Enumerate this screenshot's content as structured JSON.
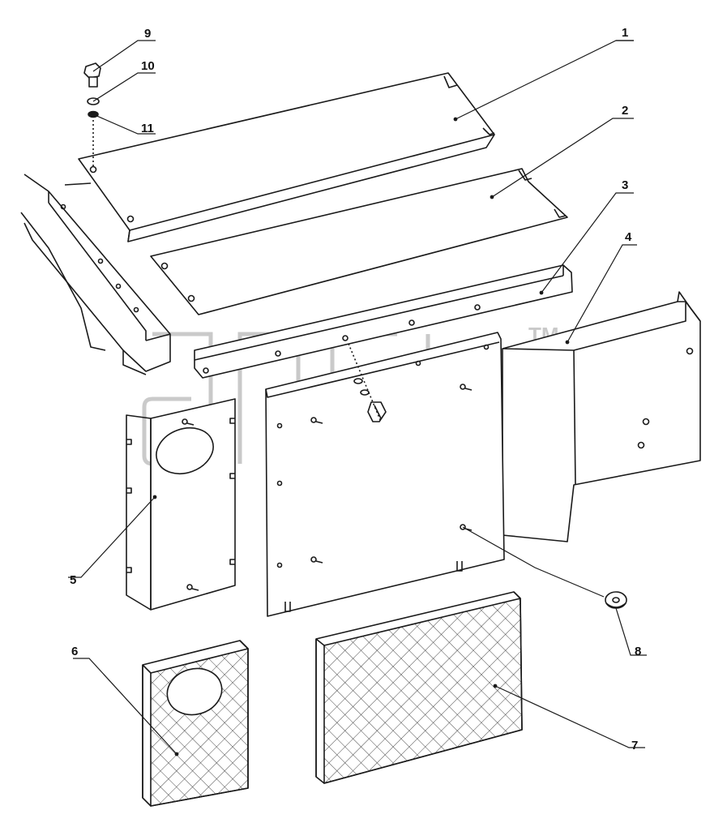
{
  "diagram": {
    "type": "exploded parts assembly drawing",
    "line_color": "#1a1a1a",
    "background": "#ffffff",
    "watermark": {
      "text": "alfa",
      "mark": "TM",
      "color": "#bdbdbd"
    },
    "callouts": [
      {
        "id": "callout-1",
        "label": "1"
      },
      {
        "id": "callout-2",
        "label": "2"
      },
      {
        "id": "callout-3",
        "label": "3"
      },
      {
        "id": "callout-4",
        "label": "4"
      },
      {
        "id": "callout-5",
        "label": "5"
      },
      {
        "id": "callout-6",
        "label": "6"
      },
      {
        "id": "callout-7",
        "label": "7"
      },
      {
        "id": "callout-8",
        "label": "8"
      },
      {
        "id": "callout-9",
        "label": "9"
      },
      {
        "id": "callout-10",
        "label": "10"
      },
      {
        "id": "callout-11",
        "label": "11"
      }
    ]
  }
}
